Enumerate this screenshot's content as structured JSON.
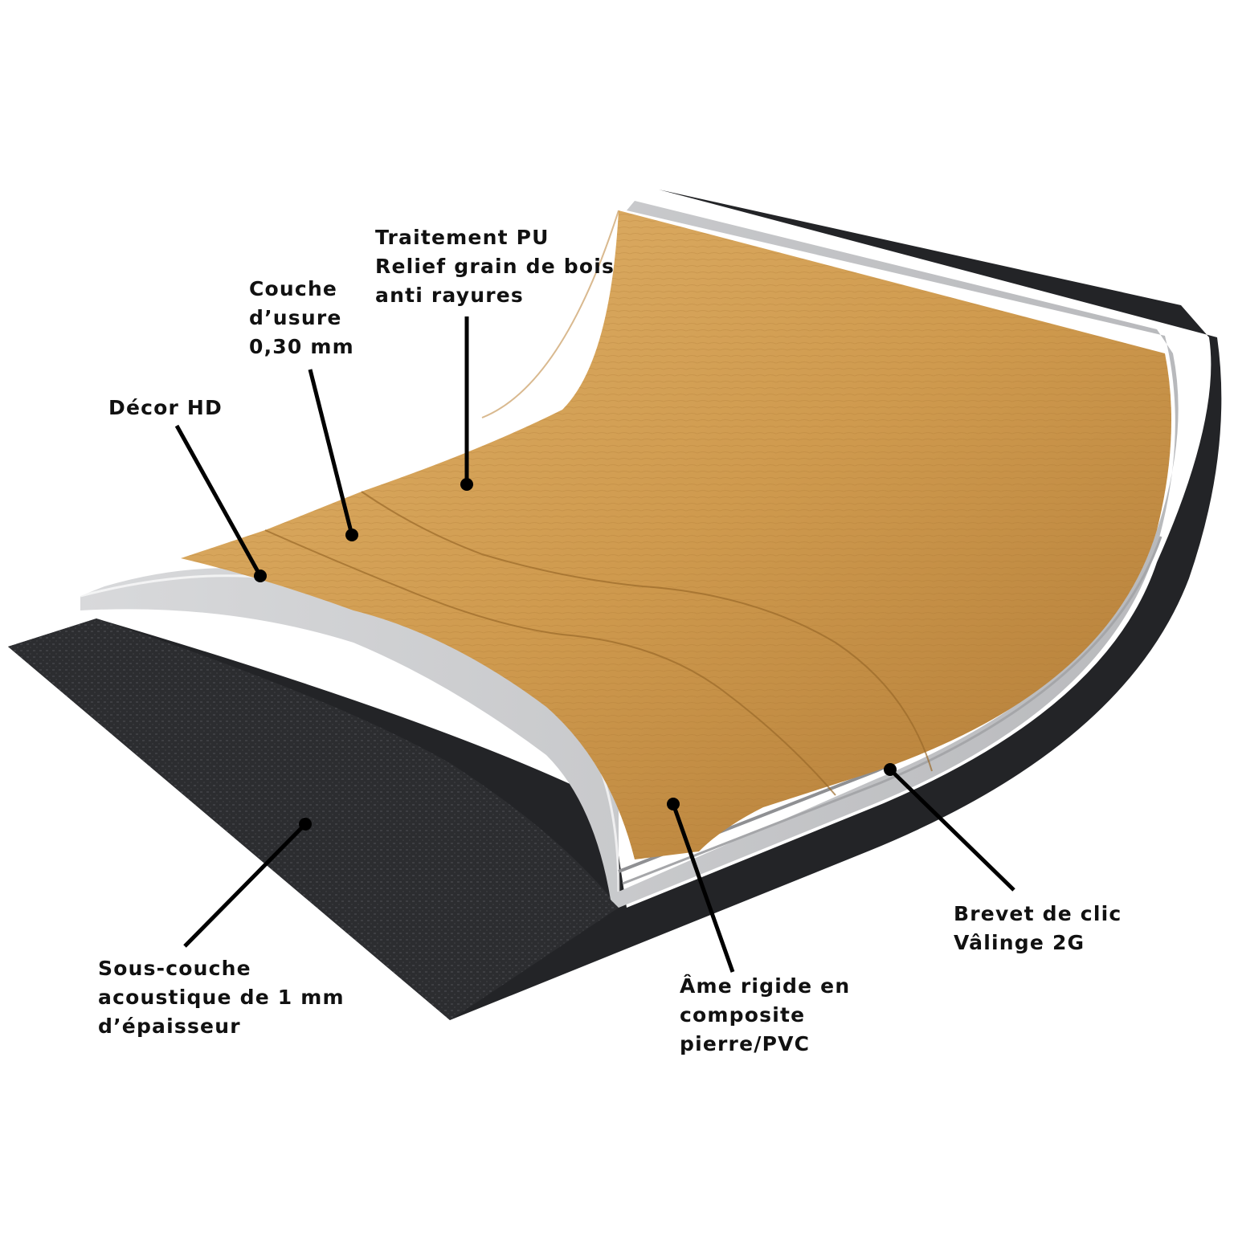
{
  "diagram": {
    "type": "flooring-layer-cutaway",
    "colors": {
      "background": "#ffffff",
      "underlay": "#2c2d30",
      "core": "#c9cacc",
      "core_edge": "#9a9b9e",
      "wood_light": "#d9a55a",
      "wood_dark": "#a8722e",
      "leader": "#000000",
      "text": "#111111"
    },
    "labels": [
      {
        "id": "pu-treatment",
        "lines": [
          "Traitement PU",
          "Relief grain de bois",
          "anti rayures"
        ]
      },
      {
        "id": "wear-layer",
        "lines": [
          "Couche",
          "d’usure",
          "0,30 mm"
        ]
      },
      {
        "id": "decor",
        "lines": [
          "Décor HD"
        ]
      },
      {
        "id": "underlay",
        "lines": [
          "Sous-couche",
          "acoustique de 1 mm",
          "d’épaisseur"
        ]
      },
      {
        "id": "core",
        "lines": [
          "Âme rigide en",
          "composite",
          "pierre/PVC"
        ]
      },
      {
        "id": "click",
        "lines": [
          "Brevet de clic",
          "Vâlinge 2G"
        ]
      }
    ]
  }
}
